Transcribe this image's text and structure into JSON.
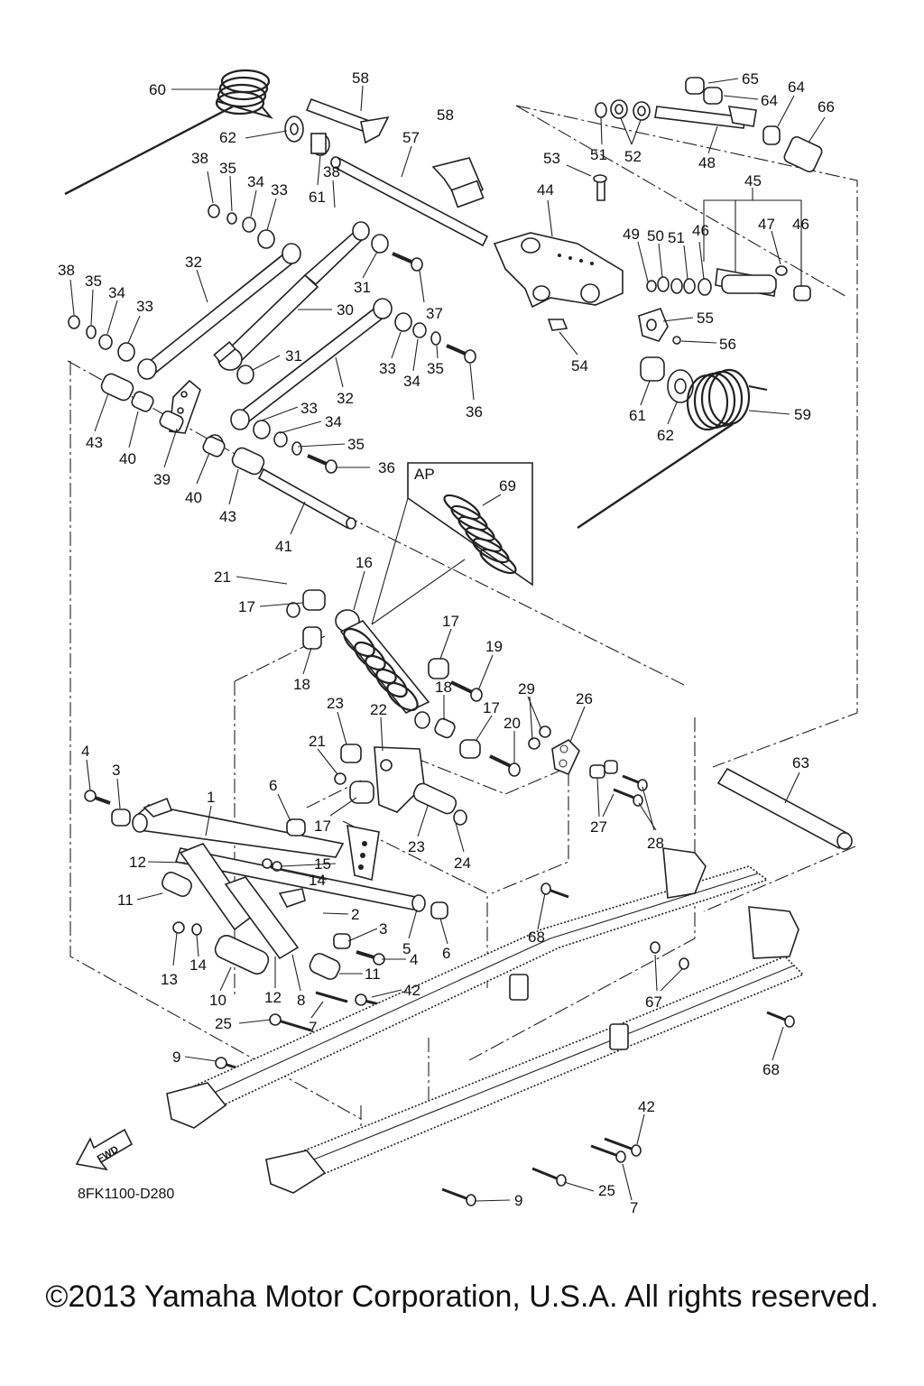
{
  "diagram": {
    "code": "8FK1100-D280",
    "fwd_label": "FWD",
    "inset_label": "AP",
    "callouts": [
      {
        "id": "c60",
        "text": "60"
      },
      {
        "id": "c58a",
        "text": "58"
      },
      {
        "id": "c58b",
        "text": "58"
      },
      {
        "id": "c57",
        "text": "57"
      },
      {
        "id": "c62a",
        "text": "62"
      },
      {
        "id": "c61a",
        "text": "61"
      },
      {
        "id": "c38a",
        "text": "38"
      },
      {
        "id": "c35a",
        "text": "35"
      },
      {
        "id": "c34a",
        "text": "34"
      },
      {
        "id": "c33a",
        "text": "33"
      },
      {
        "id": "c38b",
        "text": "38"
      },
      {
        "id": "c38c",
        "text": "38"
      },
      {
        "id": "c35b",
        "text": "35"
      },
      {
        "id": "c34b",
        "text": "34"
      },
      {
        "id": "c33b",
        "text": "33"
      },
      {
        "id": "c32a",
        "text": "32"
      },
      {
        "id": "c31a",
        "text": "31"
      },
      {
        "id": "c37",
        "text": "37"
      },
      {
        "id": "c30",
        "text": "30"
      },
      {
        "id": "c31b",
        "text": "31"
      },
      {
        "id": "c33c",
        "text": "33"
      },
      {
        "id": "c34c",
        "text": "34"
      },
      {
        "id": "c35c",
        "text": "35"
      },
      {
        "id": "c36a",
        "text": "36"
      },
      {
        "id": "c32b",
        "text": "32"
      },
      {
        "id": "c33d",
        "text": "33"
      },
      {
        "id": "c34d",
        "text": "34"
      },
      {
        "id": "c35d",
        "text": "35"
      },
      {
        "id": "c36b",
        "text": "36"
      },
      {
        "id": "c43a",
        "text": "43"
      },
      {
        "id": "c40a",
        "text": "40"
      },
      {
        "id": "c39",
        "text": "39"
      },
      {
        "id": "c40b",
        "text": "40"
      },
      {
        "id": "c43b",
        "text": "43"
      },
      {
        "id": "c41",
        "text": "41"
      },
      {
        "id": "c65",
        "text": "65"
      },
      {
        "id": "c64a",
        "text": "64"
      },
      {
        "id": "c64b",
        "text": "64"
      },
      {
        "id": "c66",
        "text": "66"
      },
      {
        "id": "c51a",
        "text": "51"
      },
      {
        "id": "c52",
        "text": "52"
      },
      {
        "id": "c48",
        "text": "48"
      },
      {
        "id": "c53",
        "text": "53"
      },
      {
        "id": "c44",
        "text": "44"
      },
      {
        "id": "c45",
        "text": "45"
      },
      {
        "id": "c49",
        "text": "49"
      },
      {
        "id": "c50",
        "text": "50"
      },
      {
        "id": "c51b",
        "text": "51"
      },
      {
        "id": "c46a",
        "text": "46"
      },
      {
        "id": "c47",
        "text": "47"
      },
      {
        "id": "c46b",
        "text": "46"
      },
      {
        "id": "c55",
        "text": "55"
      },
      {
        "id": "c56",
        "text": "56"
      },
      {
        "id": "c54",
        "text": "54"
      },
      {
        "id": "c61b",
        "text": "61"
      },
      {
        "id": "c62b",
        "text": "62"
      },
      {
        "id": "c59",
        "text": "59"
      },
      {
        "id": "c69",
        "text": "69"
      },
      {
        "id": "c21a",
        "text": "21"
      },
      {
        "id": "c17a",
        "text": "17"
      },
      {
        "id": "c16",
        "text": "16"
      },
      {
        "id": "c18a",
        "text": "18"
      },
      {
        "id": "c17b",
        "text": "17"
      },
      {
        "id": "c19",
        "text": "19"
      },
      {
        "id": "c18b",
        "text": "18"
      },
      {
        "id": "c17c",
        "text": "17"
      },
      {
        "id": "c29",
        "text": "29"
      },
      {
        "id": "c26",
        "text": "26"
      },
      {
        "id": "c20",
        "text": "20"
      },
      {
        "id": "c23a",
        "text": "23"
      },
      {
        "id": "c22",
        "text": "22"
      },
      {
        "id": "c21b",
        "text": "21"
      },
      {
        "id": "c17d",
        "text": "17"
      },
      {
        "id": "c23b",
        "text": "23"
      },
      {
        "id": "c24",
        "text": "24"
      },
      {
        "id": "c27",
        "text": "27"
      },
      {
        "id": "c28",
        "text": "28"
      },
      {
        "id": "c63",
        "text": "63"
      },
      {
        "id": "c4a",
        "text": "4"
      },
      {
        "id": "c3a",
        "text": "3"
      },
      {
        "id": "c1",
        "text": "1"
      },
      {
        "id": "c6a",
        "text": "6"
      },
      {
        "id": "c12a",
        "text": "12"
      },
      {
        "id": "c15",
        "text": "15"
      },
      {
        "id": "c14a",
        "text": "14"
      },
      {
        "id": "c11a",
        "text": "11"
      },
      {
        "id": "c2",
        "text": "2"
      },
      {
        "id": "c3b",
        "text": "3"
      },
      {
        "id": "c5",
        "text": "5"
      },
      {
        "id": "c6b",
        "text": "6"
      },
      {
        "id": "c4b",
        "text": "4"
      },
      {
        "id": "c13",
        "text": "13"
      },
      {
        "id": "c14b",
        "text": "14"
      },
      {
        "id": "c11b",
        "text": "11"
      },
      {
        "id": "c10",
        "text": "10"
      },
      {
        "id": "c12b",
        "text": "12"
      },
      {
        "id": "c8",
        "text": "8"
      },
      {
        "id": "c42a",
        "text": "42"
      },
      {
        "id": "c7a",
        "text": "7"
      },
      {
        "id": "c25a",
        "text": "25"
      },
      {
        "id": "c9a",
        "text": "9"
      },
      {
        "id": "c68a",
        "text": "68"
      },
      {
        "id": "c67",
        "text": "67"
      },
      {
        "id": "c68b",
        "text": "68"
      },
      {
        "id": "c42b",
        "text": "42"
      },
      {
        "id": "c25b",
        "text": "25"
      },
      {
        "id": "c7b",
        "text": "7"
      },
      {
        "id": "c9b",
        "text": "9"
      }
    ]
  },
  "footer": {
    "copyright": "©2013 Yamaha Motor Corporation, U.S.A. All rights reserved."
  }
}
